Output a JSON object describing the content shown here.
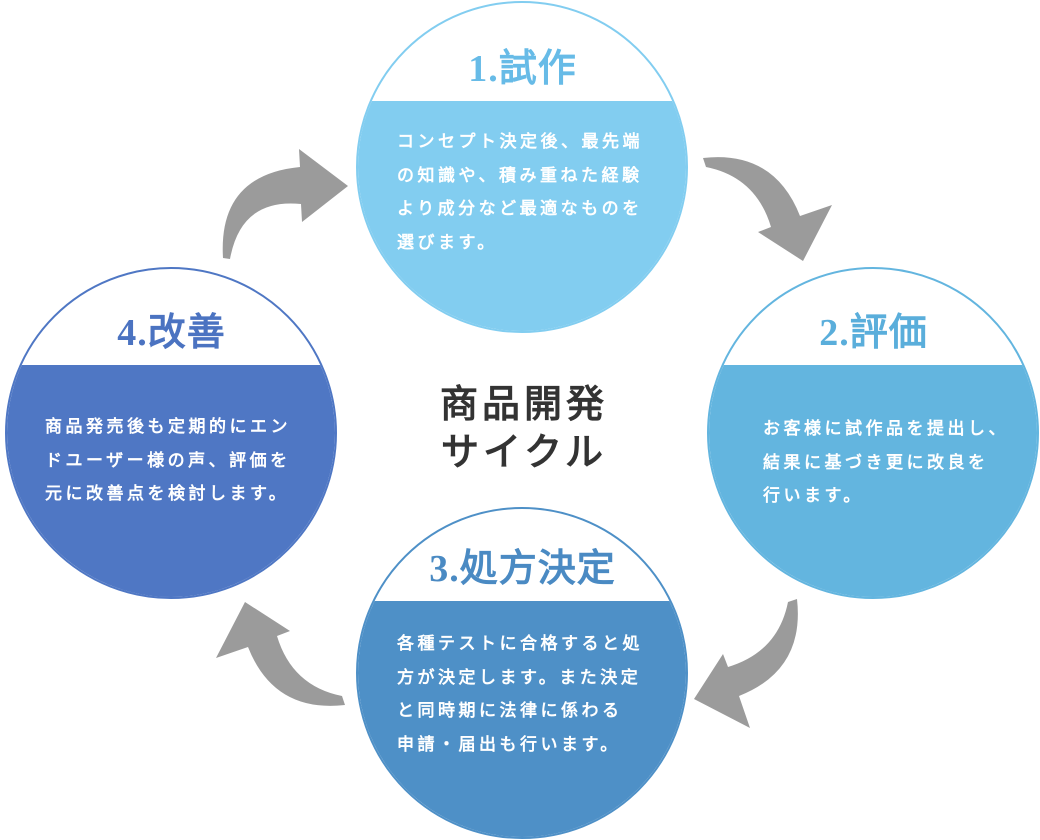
{
  "center_label": {
    "line1": "商品開発",
    "line2": "サイクル"
  },
  "steps": [
    {
      "title": "1.試作",
      "lines": [
        "コンセプト決定後、最先端",
        "の知識や、積み重ねた経験",
        "より成分など最適なものを",
        "選びます。"
      ],
      "color": "#82cdf0",
      "title_color": "#67bbe7"
    },
    {
      "title": "2.評価",
      "lines": [
        "お客様に試作品を提出し、",
        "結果に基づき更に改良を",
        "行います。"
      ],
      "color": "#63b5df",
      "title_color": "#5aaedb"
    },
    {
      "title": "3.処方決定",
      "lines": [
        "各種テストに合格すると処",
        "方が決定します。また決定",
        "と同時期に法律に係わる",
        "申請・届出も行います。"
      ],
      "color": "#4e90c7",
      "title_color": "#4a8ac3"
    },
    {
      "title": "4.改善",
      "lines": [
        "商品発売後も定期的にエン",
        "ドユーザー様の声、評価を",
        "元に改善点を検討します。"
      ],
      "color": "#4f77c4",
      "title_color": "#4b73c1"
    }
  ],
  "arrow_color": "#9b9b9b"
}
